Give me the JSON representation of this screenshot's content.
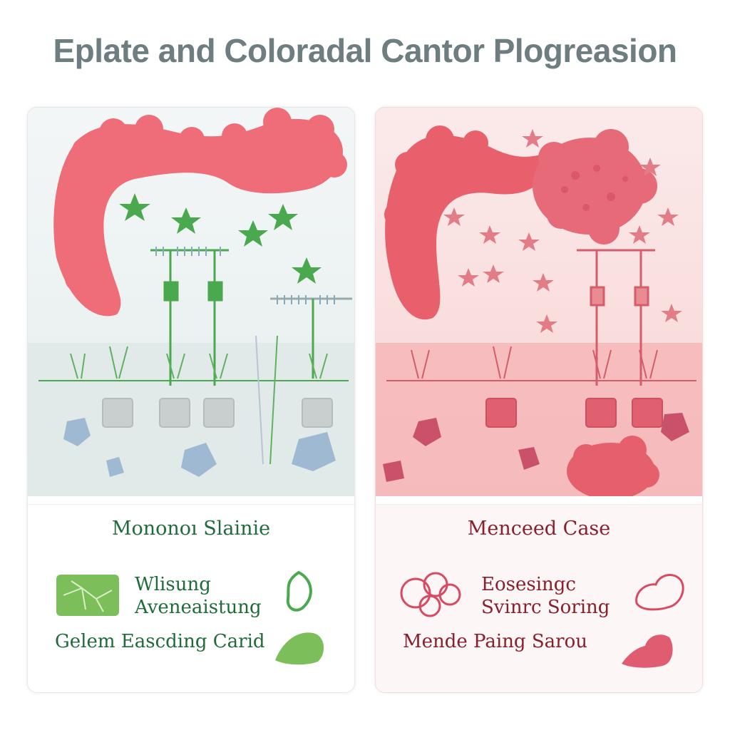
{
  "title": "Eplate and Coloradal Cantor Plogreasion",
  "left_panel": {
    "caption_title": "Mononoı Slainie",
    "item1_line1": "Wlisung",
    "item1_line2": "Aveneaistung",
    "item2": "Gelem Eascding Carid",
    "accent": "#1f6b3a",
    "colon_color": "#ef6b77",
    "star_color": "#4aa84e",
    "rock_color": "#9fb9d2"
  },
  "right_panel": {
    "caption_title": "Menceed Case",
    "item1_line1": "Eosesingc",
    "item1_line2": "Svinrc Soring",
    "item2": "Mende Paing Sarou",
    "accent": "#8a1f2c",
    "colon_color": "#e8606c",
    "star_color": "#e27c86",
    "rock_color": "#c9526a"
  }
}
